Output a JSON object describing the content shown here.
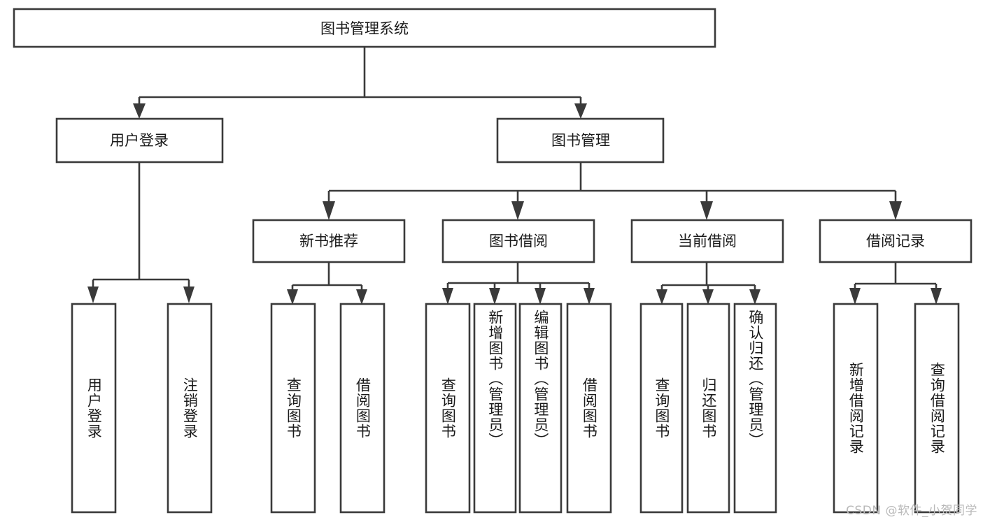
{
  "diagram": {
    "type": "tree",
    "title": "图书管理系统",
    "orientation": "top-down",
    "watermark": "CSDN @软件_小贺同学",
    "colors": {
      "background": "#ffffff",
      "box_fill": "#ffffff",
      "box_stroke": "#3a3a3a",
      "text": "#1a1a1a",
      "watermark": "#b9b9b9"
    },
    "root": {
      "id": "root",
      "label": "图书管理系统",
      "level": 1
    },
    "level2": [
      {
        "id": "user-login",
        "label": "用户登录",
        "level": 2
      },
      {
        "id": "book-manage",
        "label": "图书管理",
        "level": 2
      }
    ],
    "level3": [
      {
        "id": "new-book-recommend",
        "label": "新书推荐",
        "level": 3,
        "parent": "book-manage"
      },
      {
        "id": "book-borrow",
        "label": "图书借阅",
        "level": 3,
        "parent": "book-manage"
      },
      {
        "id": "current-borrow",
        "label": "当前借阅",
        "level": 3,
        "parent": "book-manage"
      },
      {
        "id": "borrow-record",
        "label": "借阅记录",
        "level": 3,
        "parent": "book-manage"
      }
    ],
    "leaves": [
      {
        "id": "leaf-user-login",
        "label": "用户登录",
        "parent": "user-login"
      },
      {
        "id": "leaf-user-logout",
        "label": "注销登录",
        "parent": "user-login"
      },
      {
        "id": "leaf-query-book-1",
        "label": "查询图书",
        "parent": "new-book-recommend"
      },
      {
        "id": "leaf-borrow-book-1",
        "label": "借阅图书",
        "parent": "new-book-recommend"
      },
      {
        "id": "leaf-query-book-2",
        "label": "查询图书",
        "parent": "book-borrow"
      },
      {
        "id": "leaf-add-book",
        "label": "新增图书（管理员）",
        "parent": "book-borrow"
      },
      {
        "id": "leaf-edit-book",
        "label": "编辑图书（管理员）",
        "parent": "book-borrow"
      },
      {
        "id": "leaf-borrow-book-2",
        "label": "借阅图书",
        "parent": "book-borrow"
      },
      {
        "id": "leaf-query-book-3",
        "label": "查询图书",
        "parent": "current-borrow"
      },
      {
        "id": "leaf-return-book",
        "label": "归还图书",
        "parent": "current-borrow"
      },
      {
        "id": "leaf-confirm-return",
        "label": "确认归还（管理员）",
        "parent": "current-borrow"
      },
      {
        "id": "leaf-add-record",
        "label": "新增借阅记录",
        "parent": "borrow-record"
      },
      {
        "id": "leaf-query-record",
        "label": "查询借阅记录",
        "parent": "borrow-record"
      }
    ]
  }
}
